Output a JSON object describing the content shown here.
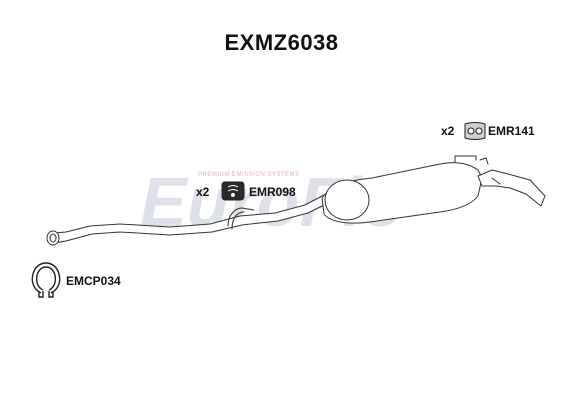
{
  "title": "EXMZ6038",
  "watermark": {
    "brand": "EuroFlo",
    "tagline": "PREMIUM EMISSION SYSTEMS"
  },
  "parts": [
    {
      "code": "EMR141",
      "quantity": "x2",
      "icon": "rubber-hanger-icon"
    },
    {
      "code": "EMR098",
      "quantity": "x2",
      "icon": "exhaust-mounting-rubber-icon"
    },
    {
      "code": "EMCP034",
      "quantity": "",
      "icon": "pipe-clamp-icon"
    }
  ],
  "colors": {
    "outline": "#333333",
    "fill": "#ffffff",
    "watermark": "#d3d7e4"
  }
}
